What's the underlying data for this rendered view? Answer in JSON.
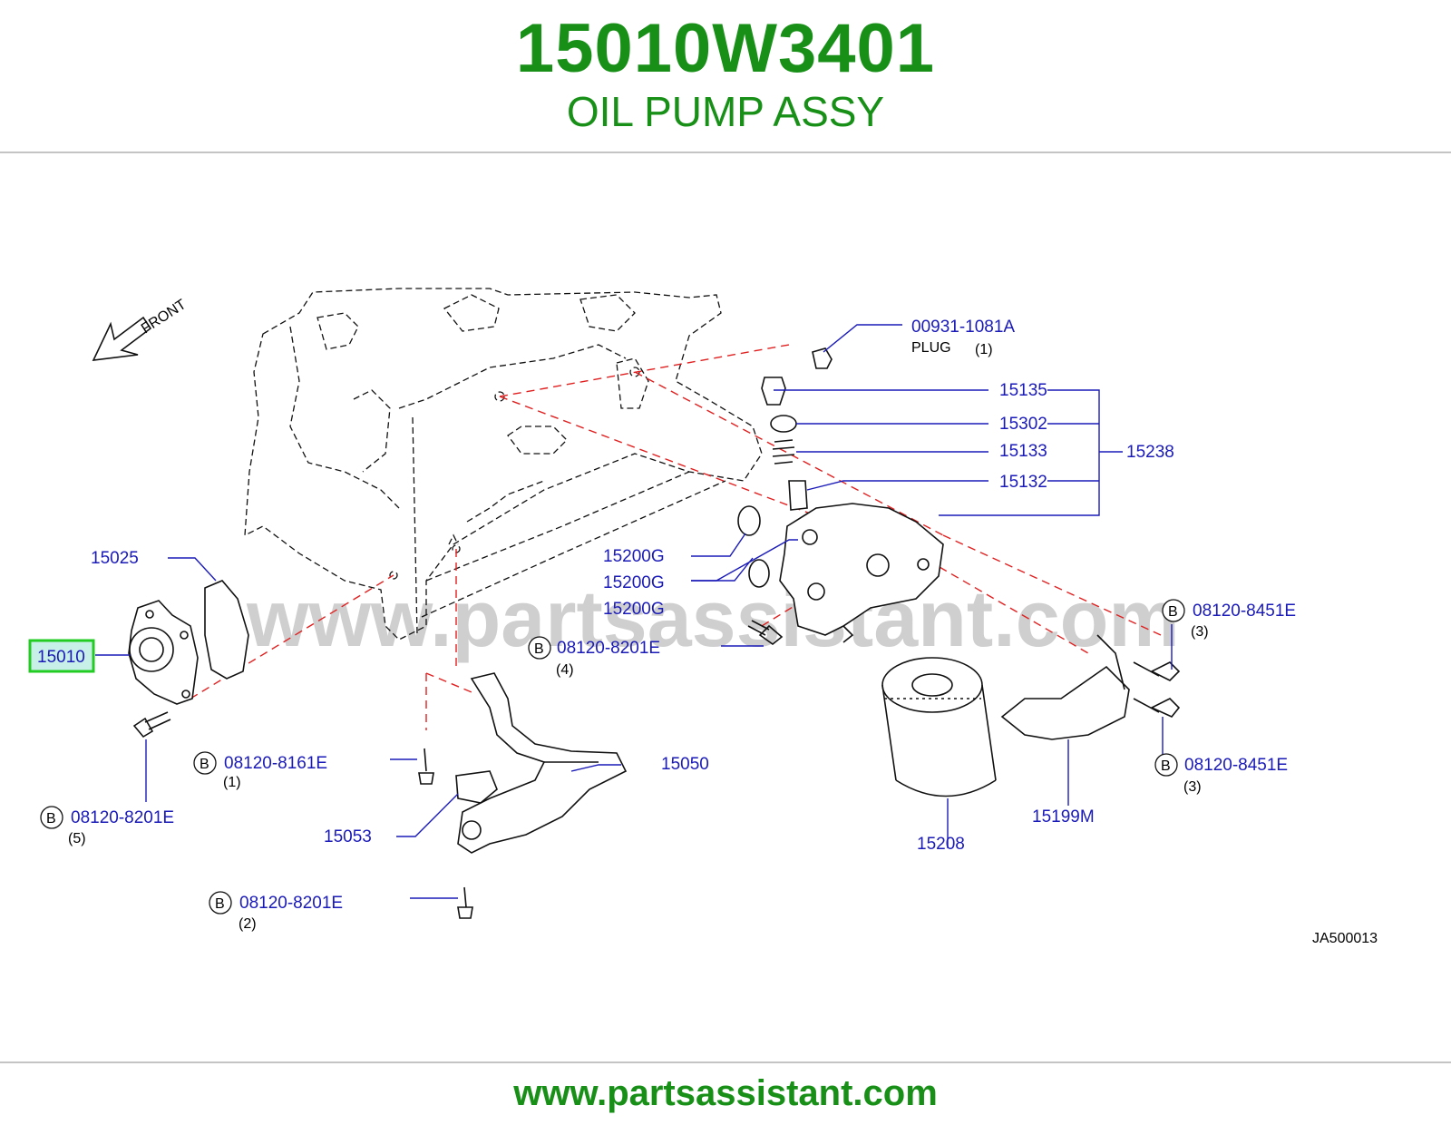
{
  "header": {
    "part_number": "15010W3401",
    "part_name": "OIL PUMP ASSY"
  },
  "footer": {
    "site": "www.partsassistant.com"
  },
  "watermark": "www.partsassistant.com",
  "diagram": {
    "front_label": "FRONT",
    "ref_code": "JA500013",
    "bolt_marker": "B",
    "highlight_color": "#22cc22",
    "labels": {
      "plug_pn": "00931-1081A",
      "plug_name": "PLUG",
      "plug_qty": "(1)",
      "p15135": "15135",
      "p15302": "15302",
      "p15133": "15133",
      "p15238": "15238",
      "p15132": "15132",
      "p15200g_1": "15200G",
      "p15200g_2": "15200G",
      "p15200g_3": "15200G",
      "p15025": "15025",
      "p15010": "15010",
      "bolt_8201_4": "08120-8201E",
      "bolt_8201_4_qty": "(4)",
      "bolt_8451_top": "08120-8451E",
      "bolt_8451_top_qty": "(3)",
      "bolt_8451_bot": "08120-8451E",
      "bolt_8451_bot_qty": "(3)",
      "bolt_8161": "08120-8161E",
      "bolt_8161_qty": "(1)",
      "p15050": "15050",
      "bolt_8201_5": "08120-8201E",
      "bolt_8201_5_qty": "(5)",
      "p15053": "15053",
      "p15208": "15208",
      "p15199m": "15199M",
      "bolt_8201_2": "08120-8201E",
      "bolt_8201_2_qty": "(2)"
    }
  }
}
